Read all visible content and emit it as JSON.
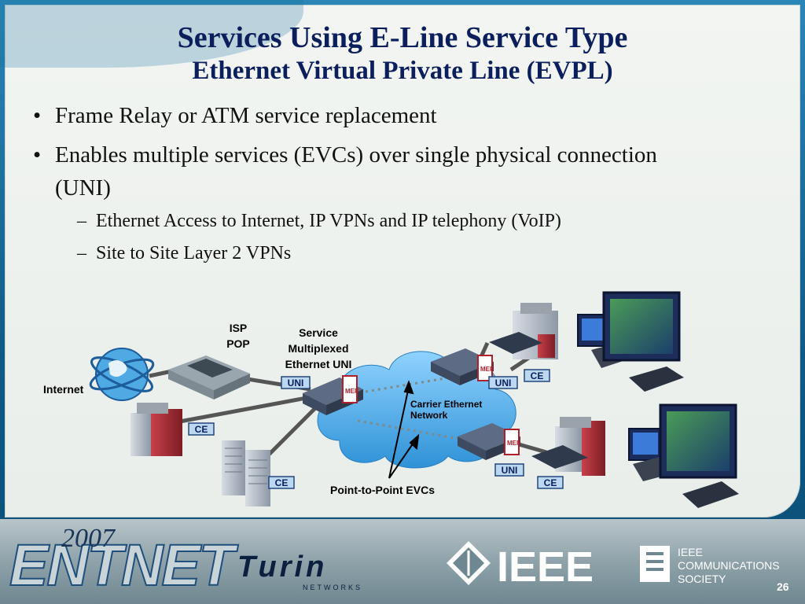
{
  "title": "Services Using E-Line Service Type",
  "subtitle": "Ethernet Virtual Private Line (EVPL)",
  "bullets": [
    {
      "text": "Frame Relay or ATM service replacement"
    },
    {
      "text_line1": "Enables multiple services (EVCs) over single physical connection",
      "text_line2": "(UNI)"
    }
  ],
  "sub_bullets": [
    "Ethernet Access to Internet, IP VPNs and IP telephony (VoIP)",
    "Site to Site Layer 2 VPNs"
  ],
  "diagram": {
    "isp_pop_line1": "ISP",
    "isp_pop_line2": "POP",
    "service_mux_line1": "Service",
    "service_mux_line2": "Multiplexed",
    "service_mux_line3": "Ethernet UNI",
    "internet": "Internet",
    "carrier_line1": "Carrier Ethernet",
    "carrier_line2": "Network",
    "evc_label": "Point-to-Point EVCs",
    "uni": "UNI",
    "ce": "CE",
    "mef": "MEF"
  },
  "footer": {
    "year": "2007",
    "entnet": "ENTNET",
    "turin": "Turin",
    "networks": "NETWORKS",
    "ieee": "IEEE",
    "comsoc_line1": "IEEE",
    "comsoc_line2": "COMMUNICATIONS",
    "comsoc_line3": "SOCIETY",
    "page": "26"
  },
  "colors": {
    "title": "#0b1f5c",
    "cloud": "#3fa3e0",
    "tag_fill": "#bcd7f0",
    "footer_bg": "#8fa2aa"
  }
}
